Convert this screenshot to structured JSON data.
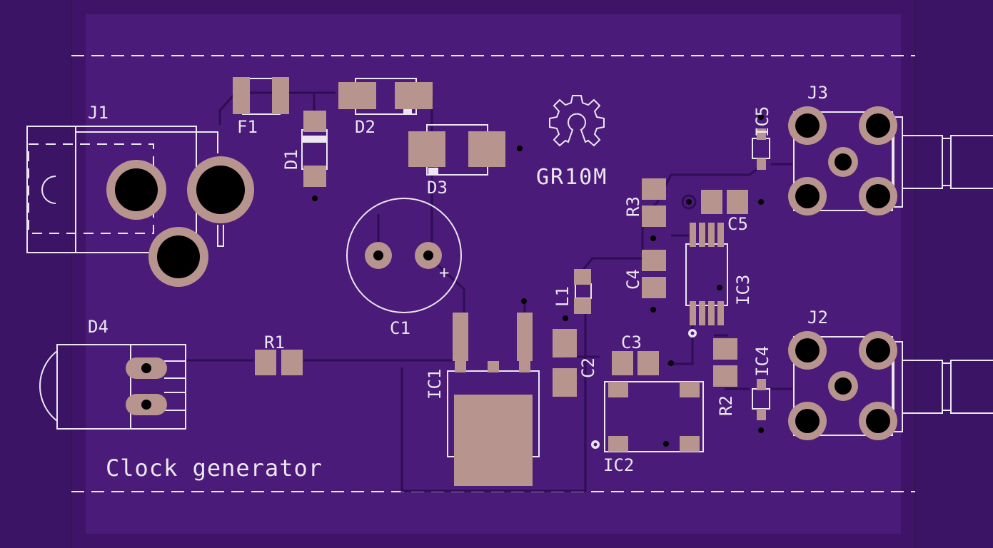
{
  "board": {
    "colors": {
      "background": "#3b1465",
      "board": "#4a1b78",
      "copper": "#b8948f",
      "silkscreen": "#ece6f2",
      "hole": "#000000"
    },
    "logo_icon": "open-hardware-gear-icon",
    "logo_text": "GR10M",
    "title_text": "Clock generator"
  },
  "labels": {
    "J1": "J1",
    "J2": "J2",
    "J3": "J3",
    "F1": "F1",
    "D1": "D1",
    "D2": "D2",
    "D3": "D3",
    "D4": "D4",
    "C1": "C1",
    "C2": "C2",
    "C3": "C3",
    "C4": "C4",
    "C5": "C5",
    "R1": "R1",
    "R2": "R2",
    "R3": "R3",
    "L1": "L1",
    "IC1": "IC1",
    "IC2": "IC2",
    "IC3": "IC3",
    "IC4": "IC4",
    "IC5": "IC5",
    "plus": "+"
  }
}
